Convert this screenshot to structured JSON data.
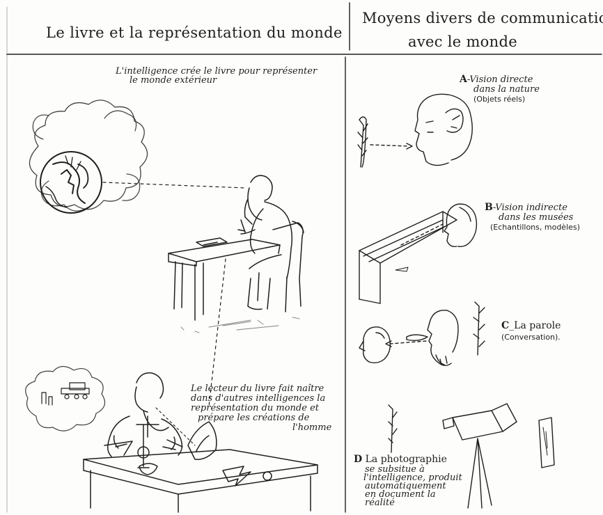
{
  "header": {
    "left_title": "Le livre et la représentation du monde",
    "right_title_line1": "Moyens divers de communication",
    "right_title_line2": "avec le monde"
  },
  "left_panel": {
    "intro_caption_line1": "L'intelligence crée le livre pour représenter",
    "intro_caption_line2": "le monde extérieur",
    "reader_caption_line1": "Le lecteur du livre fait naître",
    "reader_caption_line2": "dans d'autres intelligences la",
    "reader_caption_line3": "représentation du monde et",
    "reader_caption_line4": "prépare les créations de",
    "reader_caption_line5": "l'homme"
  },
  "right_panel": {
    "a_letter": "A",
    "a_line1": "-Vision directe",
    "a_line2": "dans la nature",
    "a_line3": "(Objets réels)",
    "b_letter": "B",
    "b_line1": "-Vision indirecte",
    "b_line2": "dans les musées",
    "b_line3": "(Echantillons, modèles)",
    "c_letter": "C",
    "c_line1": "_La parole",
    "c_line2": "(Conversation).",
    "d_letter": "D",
    "d_line1": "La photographie",
    "d_line2": "se subsitue à",
    "d_line3": "l'intelligence, produit",
    "d_line4": "automatiquement",
    "d_line5": "en document la",
    "d_line6": "réalité"
  },
  "colors": {
    "ink": "#1e1e1e",
    "paper": "#fdfdfb"
  }
}
